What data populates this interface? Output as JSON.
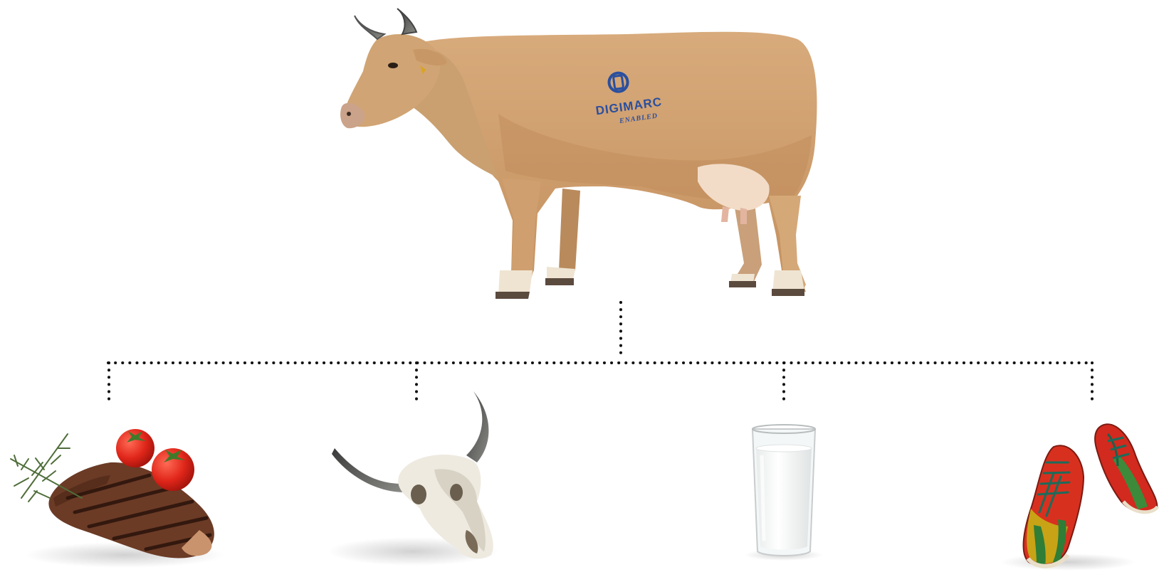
{
  "stamp": {
    "brand": "DIGIMARC",
    "sub": "ENABLED",
    "color": "#2a4f9e"
  },
  "colors": {
    "cow_body": "#d2a271",
    "cow_shadow": "#b5824f",
    "connector": "#111111"
  },
  "nodes": [
    {
      "id": "cow",
      "icon": "cow-icon"
    },
    {
      "id": "steak",
      "icon": "steak-icon"
    },
    {
      "id": "skull",
      "icon": "cow-skull-icon"
    },
    {
      "id": "milk",
      "icon": "milk-glass-icon"
    },
    {
      "id": "shoes",
      "icon": "bowling-shoes-icon"
    }
  ]
}
